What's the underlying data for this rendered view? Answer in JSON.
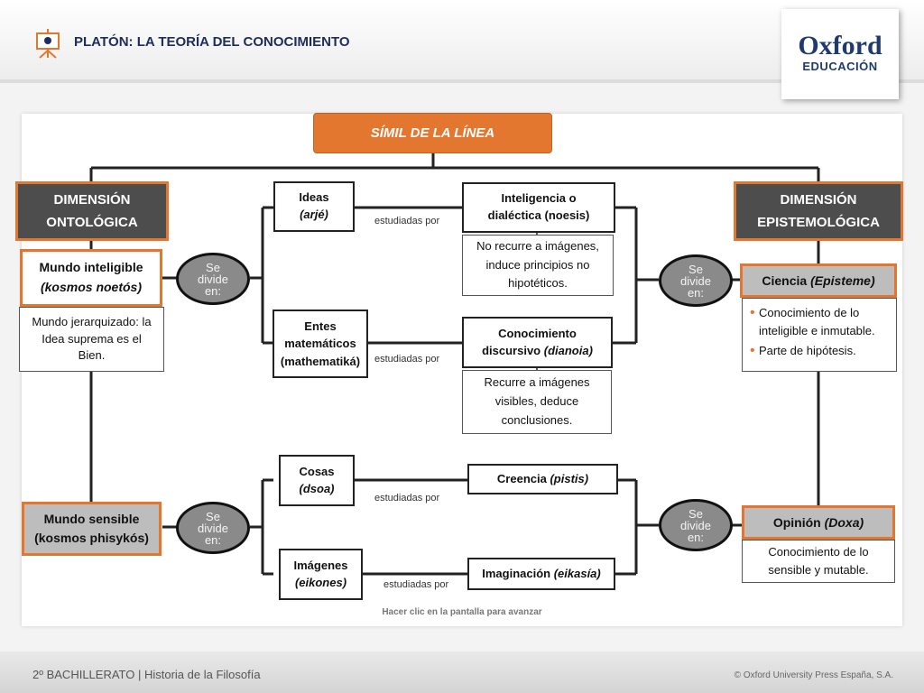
{
  "header": {
    "title": "PLATÓN: LA TEORÍA DEL CONOCIMIENTO",
    "logo_line1": "Oxford",
    "logo_line2": "EDUCACIÓN"
  },
  "diagram": {
    "root": "SÍMIL DE LA LÍNEA",
    "left_dimension": {
      "line1": "DIMENSIÓN",
      "line2": "ONTOLÓGICA"
    },
    "right_dimension": {
      "line1": "DIMENSIÓN",
      "line2": "EPISTEMOLÓGICA"
    },
    "divide": {
      "l1": "Se",
      "l2": "divide",
      "l3": "en:"
    },
    "studied_by": "estudiadas por",
    "mundo_inteligible": {
      "line1": "Mundo inteligible",
      "line2": "(kosmos noetós)",
      "desc": [
        "Mundo jerarquizado: la",
        "Idea suprema es el",
        "Bien."
      ]
    },
    "mundo_sensible": {
      "line1": "Mundo sensible",
      "line2": "(kosmos phisykós)"
    },
    "ideas": {
      "line1": "Ideas",
      "line2": "(arjé)"
    },
    "entes": {
      "line1": "Entes",
      "line2": "matemáticos",
      "line3": "(mathematiká)"
    },
    "cosas": {
      "line1": "Cosas",
      "line2": "(dsoa)"
    },
    "imagenes": {
      "line1": "Imágenes",
      "line2": "(eikones)"
    },
    "inteligencia": {
      "line1": "Inteligencia o",
      "line2": "dialéctica (noesis)",
      "desc": [
        "No recurre a imágenes,",
        "induce principios no",
        "hipotéticos."
      ]
    },
    "conocimiento": {
      "line1": "Conocimiento",
      "line2a": "discursivo ",
      "line2b": "(dianoia)",
      "desc": [
        "Recurre a imágenes",
        "visibles, deduce",
        "conclusiones."
      ]
    },
    "creencia": {
      "a": "Creencia ",
      "b": "(pistis)"
    },
    "imaginacion": {
      "a": "Imaginación ",
      "b": "(eikasía)"
    },
    "ciencia": {
      "a": "Ciencia ",
      "b": "(Episteme)",
      "bullets": [
        {
          "line1": "Conocimiento de lo",
          "line2": "inteligible e inmutable."
        },
        {
          "line1": "Parte de hipótesis."
        }
      ]
    },
    "opinion": {
      "a": "Opinión ",
      "b": "(Doxa)",
      "desc": [
        "Conocimiento de lo",
        "sensible y mutable."
      ]
    },
    "hint": "Hacer clic en la pantalla para avanzar"
  },
  "footer": {
    "left": "2º BACHILLERATO | Historia de la Filosofía",
    "right": "© Oxford University Press España, S.A."
  },
  "colors": {
    "accent": "#e37730",
    "dark": "#4d4d4d",
    "oval": "#8a8a8a"
  }
}
